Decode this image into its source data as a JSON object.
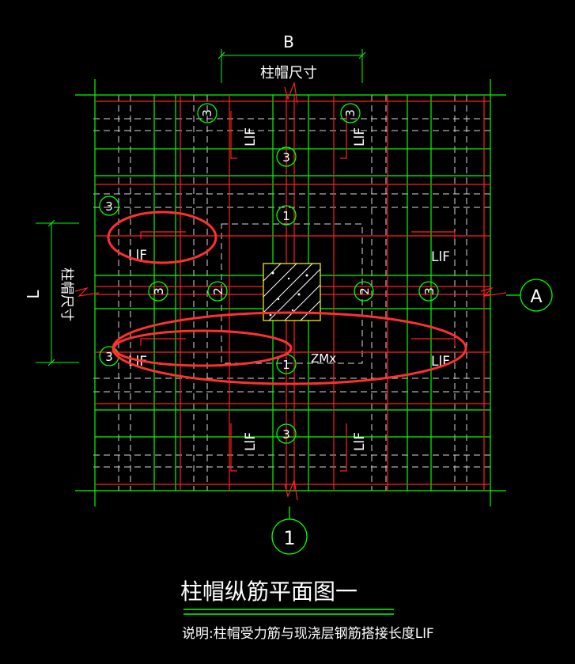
{
  "drawing": {
    "title": "柱帽纵筋平面图一",
    "note": "说明:柱帽受力筋与现浇层钢筋搭接长度LlF",
    "dimension_top_symbol": "B",
    "dimension_top_text": "柱帽尺寸",
    "dimension_left_symbol": "L",
    "dimension_left_text": "柱帽尺寸",
    "axis_right": "A",
    "axis_bottom": "1",
    "column_label": "ZMx",
    "lap_label": "LlF",
    "rebar_marks": {
      "one": "1",
      "two": "2",
      "three": "3"
    }
  },
  "colors": {
    "background": "#000000",
    "grid": "#00ff00",
    "rebar": "#ff2020",
    "dashed": "#ffffff",
    "text": "#ffffff",
    "highlight": "#ff3030",
    "column_outline": "#ffff00"
  }
}
